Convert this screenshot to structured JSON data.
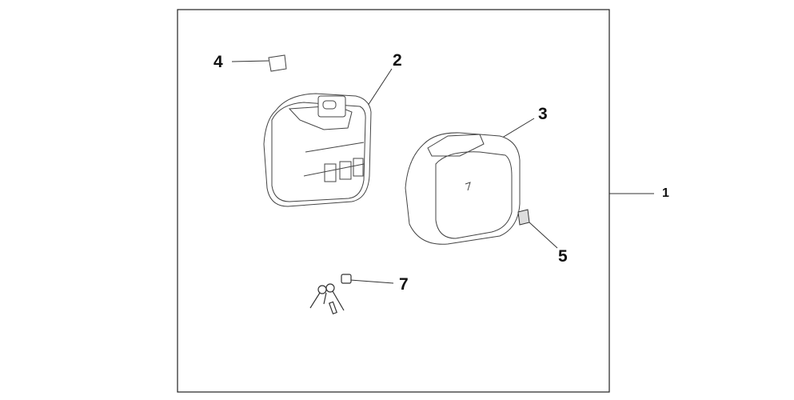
{
  "diagram": {
    "callouts": [
      {
        "id": "1",
        "label": "1"
      },
      {
        "id": "2",
        "label": "2"
      },
      {
        "id": "3",
        "label": "3"
      },
      {
        "id": "4",
        "label": "4"
      },
      {
        "id": "5",
        "label": "5"
      },
      {
        "id": "7",
        "label": "7"
      }
    ]
  }
}
